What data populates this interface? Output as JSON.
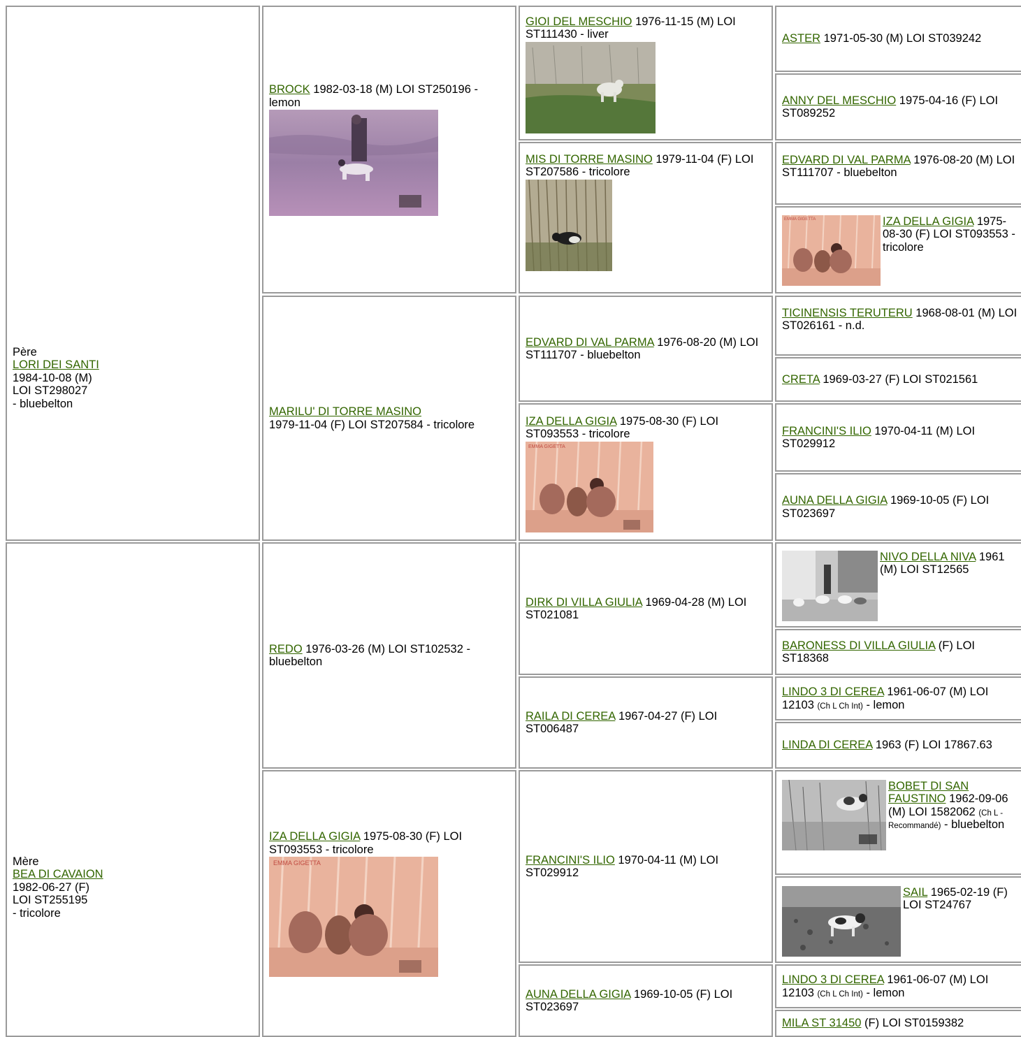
{
  "colors": {
    "link": "#336600",
    "border": "#9a9a9a"
  },
  "labels": {
    "sire": "Père",
    "dam": "Mère"
  },
  "sire": {
    "name": "LORI DEI SANTI",
    "birth": "1984-10-08 (M)",
    "reg": "LOI ST298027",
    "color": "- bluebelton"
  },
  "dam": {
    "name": "BEA DI CAVAION",
    "birth": "1982-06-27 (F)",
    "reg": "LOI ST255195",
    "color": "- tricolore"
  },
  "gen2": {
    "brock": {
      "name": "BROCK",
      "info": " 1982-03-18 (M) LOI ST250196 - lemon"
    },
    "marilu": {
      "name": "MARILU' DI TORRE MASINO",
      "info": "1979-11-04 (F) LOI ST207584 - tricolore"
    },
    "redo": {
      "name": "REDO",
      "info": " 1976-03-26 (M) LOI ST102532 - bluebelton"
    },
    "iza": {
      "name": "IZA DELLA GIGIA",
      "info": " 1975-08-30 (F) LOI ST093553 - tricolore"
    }
  },
  "gen3": {
    "gioi": {
      "name": "GIOI DEL MESCHIO",
      "info": " 1976-11-15 (M) LOI ST111430 - liver"
    },
    "mis": {
      "name": "MIS DI TORRE MASINO",
      "info": " 1979-11-04 (F) LOI ST207586 - tricolore"
    },
    "edvard": {
      "name": "EDVARD DI VAL PARMA",
      "info": " 1976-08-20 (M) LOI ST111707 - bluebelton"
    },
    "iza": {
      "name": "IZA DELLA GIGIA",
      "info": " 1975-08-30 (F) LOI ST093553 - tricolore"
    },
    "dirk": {
      "name": "DIRK DI VILLA GIULIA",
      "info": " 1969-04-28 (M) LOI ST021081"
    },
    "raila": {
      "name": "RAILA DI CEREA",
      "info": " 1967-04-27 (F) LOI ST006487"
    },
    "francini": {
      "name": "FRANCINI'S ILIO",
      "info": " 1970-04-11 (M) LOI ST029912"
    },
    "auna": {
      "name": "AUNA DELLA GIGIA",
      "info": " 1969-10-05 (F) LOI ST023697"
    }
  },
  "gen4": {
    "aster": {
      "name": "ASTER",
      "info": " 1971-05-30 (M) LOI ST039242"
    },
    "anny": {
      "name": "ANNY DEL MESCHIO",
      "info": " 1975-04-16 (F) LOI ST089252"
    },
    "edvard": {
      "name": "EDVARD DI VAL PARMA",
      "info": " 1976-08-20 (M) LOI ST111707 - bluebelton"
    },
    "iza": {
      "name": "IZA DELLA GIGIA",
      "info": " 1975-08-30 (F) LOI ST093553 - tricolore"
    },
    "ticinensis": {
      "name": "TICINENSIS TERUTERU",
      "info": " 1968-08-01 (M) LOI ST026161 - n.d."
    },
    "creta": {
      "name": "CRETA",
      "info": " 1969-03-27 (F) LOI ST021561"
    },
    "francini": {
      "name": "FRANCINI'S ILIO",
      "info": " 1970-04-11 (M) LOI ST029912"
    },
    "auna": {
      "name": "AUNA DELLA GIGIA",
      "info": " 1969-10-05 (F) LOI ST023697"
    },
    "nivo": {
      "name": "NIVO DELLA NIVA",
      "info": " 1961 (M) LOI ST12565"
    },
    "baroness": {
      "name": "BARONESS DI VILLA GIULIA",
      "info": " (F) LOI ST18368"
    },
    "lindo1": {
      "name": "LINDO 3 DI CEREA",
      "info": " 1961-06-07 (M) LOI 12103 ",
      "title": "(Ch L Ch Int)",
      "color": " - lemon"
    },
    "linda": {
      "name": "LINDA DI CEREA",
      "info": " 1963 (F) LOI 17867.63"
    },
    "bobet": {
      "name": "BOBET DI SAN FAUSTINO",
      "info": " 1962-09-06 (M) LOI 1582062 ",
      "title": "(Ch L - Recommandé)",
      "color": " - bluebelton"
    },
    "sail": {
      "name": "SAIL",
      "info": " 1965-02-19 (F) LOI ST24767"
    },
    "lindo2": {
      "name": "LINDO 3 DI CEREA",
      "info": " 1961-06-07 (M) LOI 12103 ",
      "title": "(Ch L Ch Int)",
      "color": " - lemon"
    },
    "mila": {
      "name": "MILA ST 31450",
      "info": " (F) LOI ST0159382"
    }
  },
  "photos": {
    "brock": "photo-brock",
    "gioi": "photo-gioi",
    "mis": "photo-mis",
    "iza": "photo-iza",
    "nivo": "photo-nivo",
    "bobet": "photo-bobet",
    "sail": "photo-sail"
  }
}
